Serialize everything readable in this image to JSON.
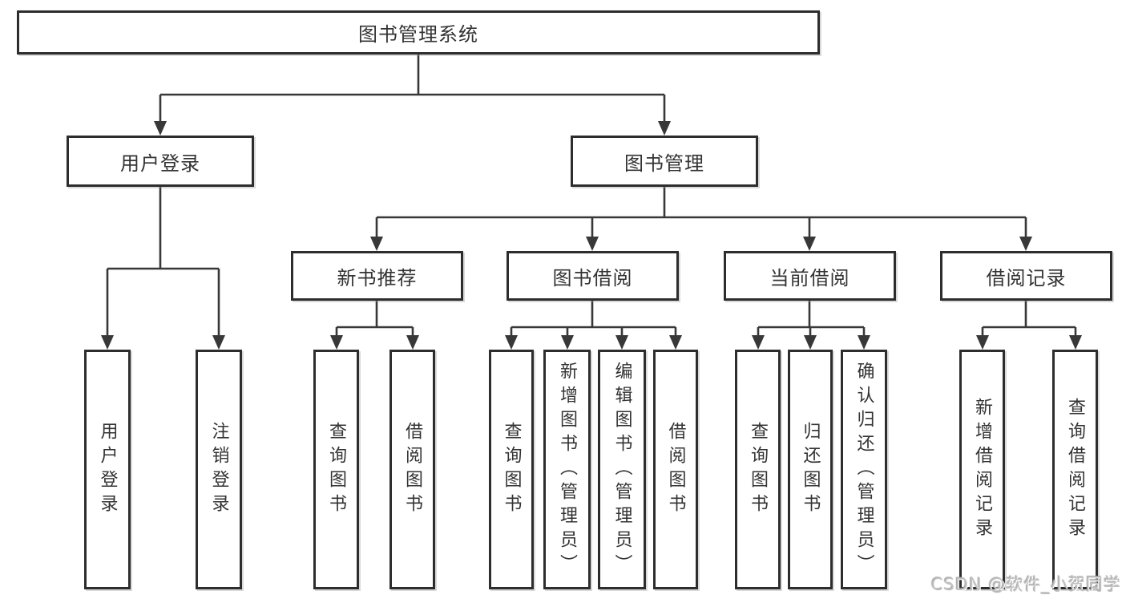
{
  "diagram": {
    "root_label": "图书管理系统",
    "level2": [
      "用户登录",
      "图书管理"
    ],
    "level3": [
      "新书推荐",
      "图书借阅",
      "当前借阅",
      "借阅记录"
    ],
    "leaves": {
      "user_login": [
        "用户登录",
        "注销登录"
      ],
      "new_books": [
        "查询图书",
        "借阅图书"
      ],
      "book_borrow": [
        "查询图书",
        "新增图书（管理员）",
        "编辑图书（管理员）",
        "借阅图书"
      ],
      "current_borrow": [
        "查询图书",
        "归还图书",
        "确认归还（管理员）"
      ],
      "borrow_records": [
        "新增借阅记录",
        "查询借阅记录"
      ]
    }
  },
  "watermark": "CSDN @软件_小贺同学",
  "colors": {
    "line": "#383838",
    "box_border": "#2d2d2d",
    "text": "#333333",
    "watermark": "#c2c2c2",
    "background": "#ffffff"
  }
}
